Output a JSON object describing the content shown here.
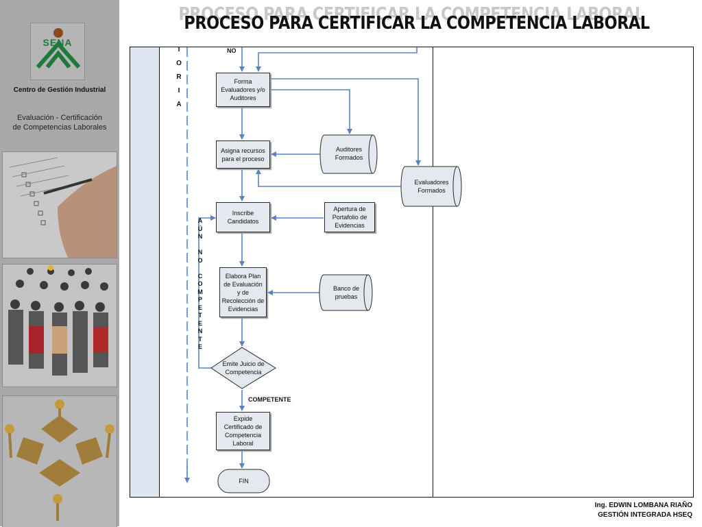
{
  "sidebar": {
    "logo_text": "SENA",
    "center_name": "Centro de Gestión Industrial",
    "eval_line1": "Evaluación - Certificación",
    "eval_line2": "de Competencias Laborales"
  },
  "slide": {
    "title": "PROCESO PARA CERTIFICAR LA COMPETENCIA LABORAL",
    "title_shadow": "PROCESO PARA CERTIFICAR LA COMPETENCIA LABORAL"
  },
  "diagram": {
    "lane_label_top": [
      "I",
      "O",
      "R",
      "I",
      "A"
    ],
    "lane_label_bottom": [
      "A",
      "Ú",
      "N",
      "",
      "N",
      "O",
      "",
      "C",
      "O",
      "M",
      "P",
      "E",
      "T",
      "E",
      "N",
      "T",
      "E"
    ],
    "nodes": {
      "forma": "Forma\nEvaluadores y/o\nAuditores",
      "asigna": "Asigna recursos\npara el proceso",
      "auditores": "Auditores\nFormados",
      "evaluadores": "Evaluadores\nFormados",
      "inscribe": "Inscribe\nCandidatos",
      "apertura": "Apertura de\nPortafolio de\nEvidencias",
      "elabora": "Elabora Plan\nde Evaluación\ny de\nRecolección de\nEvidencias",
      "banco": "Banco de\npruebas",
      "emite": "Emite Juicio de\nCompetencia",
      "expide": "Expide\nCertificado de\nCompetencia\nLaboral",
      "fin": "FIN"
    },
    "labels": {
      "no": "NO",
      "competente": "COMPETENTE"
    },
    "colors": {
      "arrow": "#5b82c0",
      "node_fill": "#e4e8ef",
      "lane_strip": "#dfe6f1"
    }
  },
  "footer": {
    "line1": "Ing. EDWIN LOMBANA RIAÑO",
    "line2": "GESTIÓN INTEGRADA HSEQ"
  }
}
